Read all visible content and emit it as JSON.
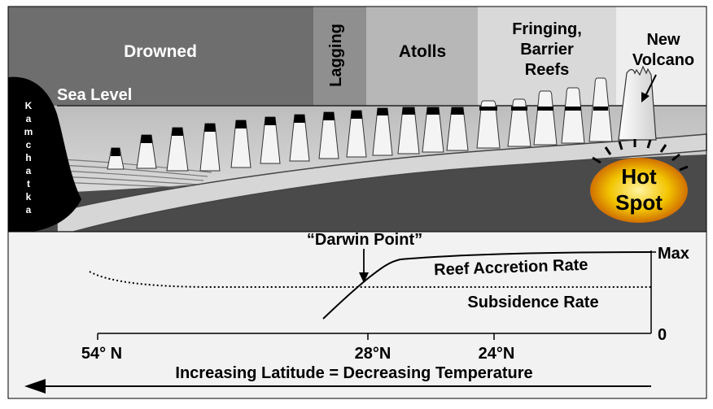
{
  "zones": {
    "drowned": "Drowned",
    "lagging": "Lagging",
    "atolls": "Atolls",
    "fringing": [
      "Fringing,",
      "Barrier",
      "Reefs"
    ],
    "new_volcano": [
      "New",
      "Volcano"
    ]
  },
  "sea_level": "Sea Level",
  "kamchatka": [
    "K",
    "a",
    "m",
    "c",
    "h",
    "a",
    "t",
    "k",
    "a"
  ],
  "hot_spot": [
    "Hot",
    "Spot"
  ],
  "graph": {
    "darwin_point": "“Darwin Point”",
    "reef_accretion": "Reef Accretion Rate",
    "subsidence": "Subsidence Rate",
    "y_max": "Max",
    "y_zero": "0",
    "x_ticks": [
      "54° N",
      "28°N",
      "24°N"
    ],
    "arrow_caption": "Increasing Latitude = Decreasing Temperature"
  },
  "colors": {
    "zone_drowned": "#6e6e6e",
    "zone_lagging": "#8f8f8f",
    "zone_atolls": "#b7b7b7",
    "zone_fringing": "#d9d9d9",
    "zone_newvolcano": "#eeeeee",
    "ocean": "#cfcfcf",
    "plate": "#d4d4d4",
    "mantle": "#4a4a4a",
    "hot_spot": "#e0a000",
    "graph_bg": "#f2f2f2"
  }
}
